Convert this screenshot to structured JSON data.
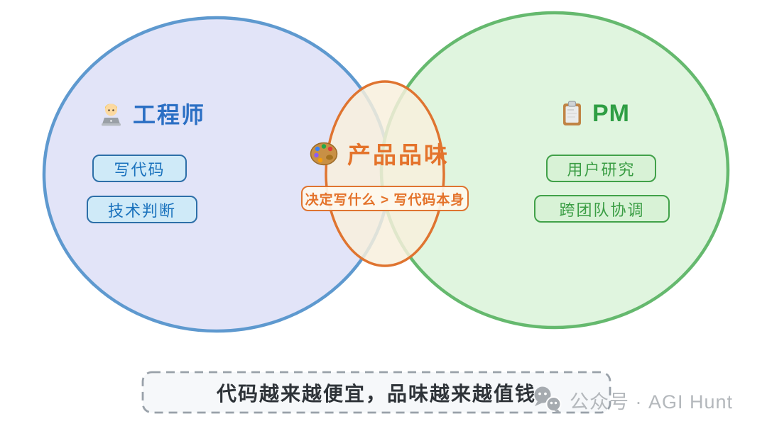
{
  "venn": {
    "left": {
      "title": "工程师",
      "icon": "technologist-icon",
      "items": [
        "写代码",
        "技术判断"
      ],
      "colors": {
        "fill": "#e2e4f8",
        "stroke": "#5e99cf",
        "title": "#2b6fc4",
        "pill_bg": "#cfeaf8",
        "pill_border": "#2d6fa8",
        "pill_text": "#1a72bd"
      }
    },
    "right": {
      "title": "PM",
      "icon": "clipboard-icon",
      "items": [
        "用户研究",
        "跨团队协调"
      ],
      "colors": {
        "fill": "#e0f5df",
        "stroke": "#65b96e",
        "title": "#2f9e44",
        "pill_bg": "#d8f2d6",
        "pill_border": "#41a149",
        "pill_text": "#3a9d44"
      }
    },
    "center": {
      "title": "产品品味",
      "icon": "palette-icon",
      "subtitle": "决定写什么 > 写代码本身",
      "colors": {
        "fill": "#f8f0dd",
        "stroke": "#df7430",
        "title": "#e4732b"
      }
    }
  },
  "footer": {
    "note": "代码越来越便宜，品味越来越值钱",
    "colors": {
      "box_bg": "#f6f8fa",
      "box_border": "#99a1a9",
      "text": "#2e3338"
    }
  },
  "watermark": {
    "icon": "wechat-icon",
    "text": "公众号 · AGI Hunt",
    "color": "#b4b8bc"
  }
}
